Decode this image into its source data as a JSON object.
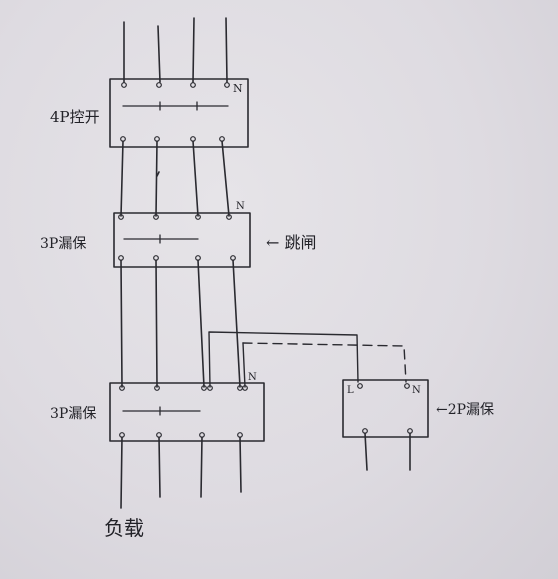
{
  "labels": {
    "breaker_4p": "4P控开",
    "rcd_3p_upper": "3P漏保",
    "trip_note": "← 跳闸",
    "rcd_3p_lower": "3P漏保",
    "rcd_2p": "←2P漏保",
    "load": "负载"
  },
  "terminals": {
    "neutral_4p": "N",
    "neutral_upper": "N",
    "neutral_lower": "N",
    "live_2p": "L",
    "neutral_2p": "N"
  },
  "colors": {
    "ink": "#2a2a30",
    "paper": "#e3e1e6"
  }
}
